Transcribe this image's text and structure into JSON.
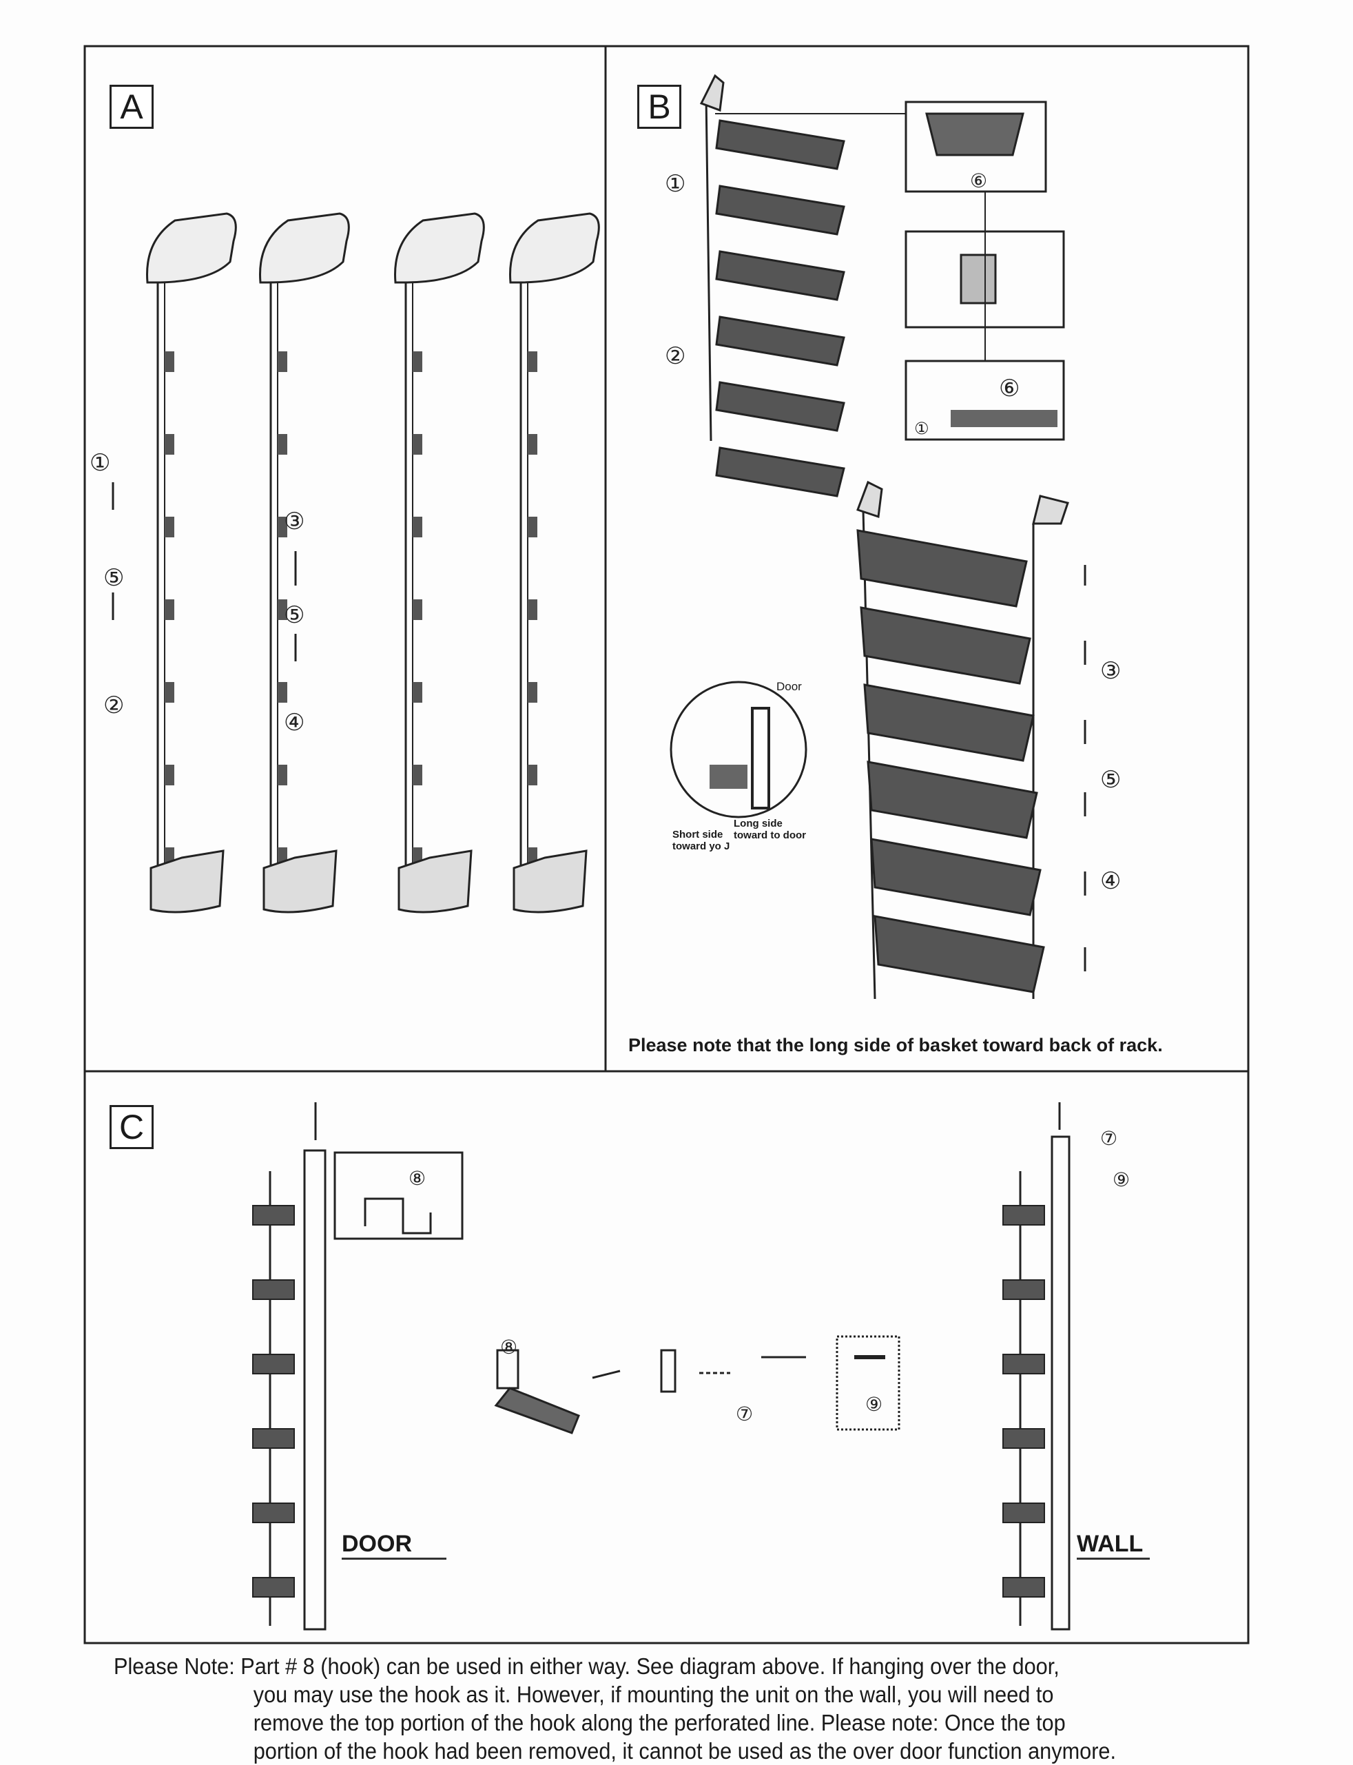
{
  "panels": {
    "a": {
      "label": "A",
      "circled": [
        "①",
        "⑤",
        "②",
        "③",
        "⑤",
        "④"
      ]
    },
    "b": {
      "label": "B",
      "circled": [
        "①",
        "②",
        "⑥",
        "⑥",
        "①",
        "③",
        "⑤",
        "④"
      ],
      "door_label": "Door",
      "short_side": "Short side",
      "short_side_2": "toward yo J",
      "long_side": "Long side",
      "long_side_2": "toward to door",
      "note": "Please note that the long side of basket toward back of rack."
    },
    "c": {
      "label": "C",
      "circled": [
        "⑧",
        "⑧",
        "⑦",
        "⑨",
        "⑦",
        "⑨"
      ],
      "door_label": "DOOR",
      "wall_label": "WALL"
    }
  },
  "footer_note": {
    "lead": "Please Note:",
    "line1": "Part # 8 (hook) can be used in either way. See diagram above. If hanging over the door,",
    "line2": "you may use the hook as it. However, if mounting the unit on the wall, you will need to",
    "line3": "remove the top portion of the hook along the perforated line. Please note: Once the top",
    "line4": "portion of the hook had been removed, it cannot be used as the over door function anymore."
  }
}
